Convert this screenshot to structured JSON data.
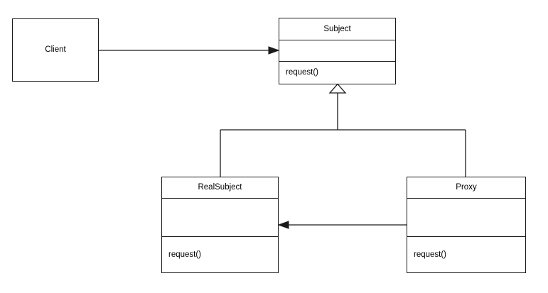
{
  "diagram": {
    "kind": "uml-class-diagram",
    "pattern": "Proxy",
    "background_color": "#ffffff",
    "line_color": "#1a1a1a"
  },
  "classes": {
    "client": {
      "name": "Client",
      "compartments": 1
    },
    "subject": {
      "name": "Subject",
      "attributes": [],
      "operations": [
        "request()"
      ]
    },
    "realsubject": {
      "name": "RealSubject",
      "attributes": [],
      "operations": [
        "request()"
      ]
    },
    "proxy": {
      "name": "Proxy",
      "attributes": [],
      "operations": [
        "request()"
      ]
    }
  },
  "relationships": [
    {
      "id": "client-to-subject",
      "type": "association",
      "from": "Client",
      "to": "Subject",
      "arrowhead": "open-solid-filled",
      "label": ""
    },
    {
      "id": "realsubject-inherits-subject",
      "type": "generalization",
      "from": "RealSubject",
      "to": "Subject",
      "arrowhead": "hollow-triangle",
      "label": ""
    },
    {
      "id": "proxy-inherits-subject",
      "type": "generalization",
      "from": "Proxy",
      "to": "Subject",
      "arrowhead": "hollow-triangle",
      "label": ""
    },
    {
      "id": "proxy-to-realsubject",
      "type": "association",
      "from": "Proxy",
      "to": "RealSubject",
      "arrowhead": "solid-filled",
      "label": ""
    }
  ]
}
